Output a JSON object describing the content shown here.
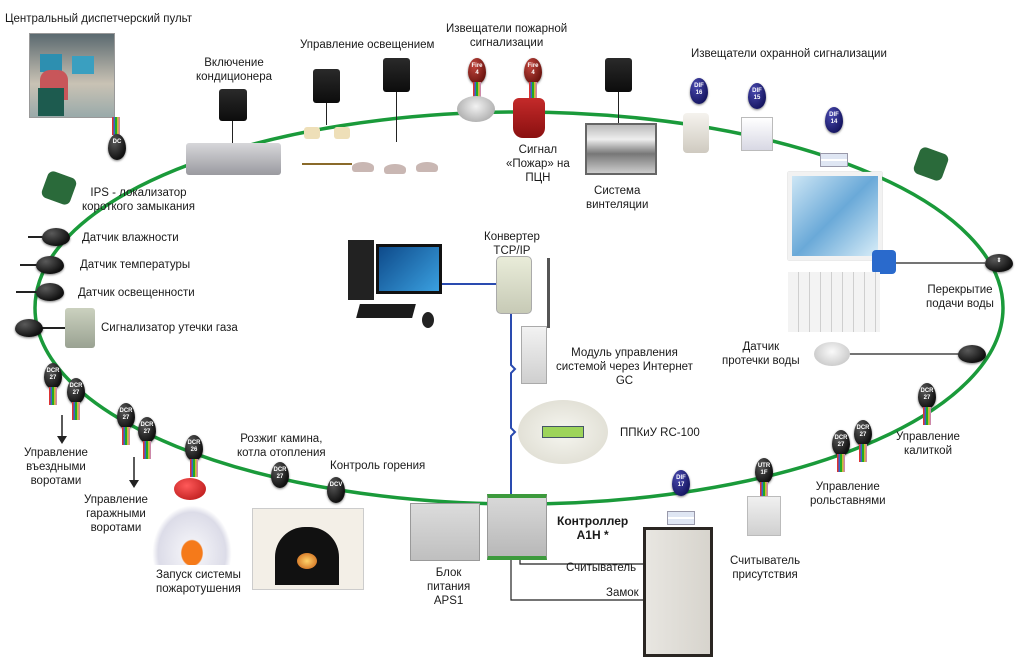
{
  "colors": {
    "bus": "#1a9a3a",
    "network": "#2a4bb0",
    "wire": "#222222"
  },
  "labels": {
    "dispatch": "Центральный диспетчерский пульт",
    "ac": "Включение\nкондиционера",
    "lighting": "Управление освещением",
    "fire_detectors": "Извещатели пожарной\nсигнализации",
    "fire_signal": "Сигнал\n«Пожар» на\nПЦН",
    "ventilation": "Система\nвинтеляции",
    "security_detectors": "Извещатели охранной сигнализации",
    "ips": "IPS - локализатор\nкороткого замыкания",
    "humidity": "Датчик влажности",
    "temperature": "Датчик температуры",
    "illumination": "Датчик освещенности",
    "gas": "Сигнализатор утечки газа",
    "converter": "Конвертер\nTCP/IP",
    "gc_module": "Модуль управления\nсистемой через Интернет\nGC",
    "rc100": "ППКиУ RC-100",
    "water_shutoff": "Перекрытие\nподачи воды",
    "leak_sensor": "Датчик\nпротечки воды",
    "entry_gates": "Управление\nвъездными\nворотами",
    "garage_gates": "Управление\nгаражными\nворотами",
    "fire_suppression": "Запуск системы\nпожаротушения",
    "fireplace": "Розжиг камина,\nкотла отопления",
    "combustion": "Контроль горения",
    "power_supply": "Блок\nпитания\nAPS1",
    "controller": "Контроллер\nA1H *",
    "reader": "Считыватель",
    "lock": "Замок",
    "presence_reader": "Считыватель\nприсутствия",
    "shutters": "Управление\nрольставнями",
    "wicket": "Управление\nкалиткой"
  },
  "node_tags": {
    "dispatch": "DC",
    "fire": "Fire\n4",
    "dif16": "DIF\n16",
    "dif15": "DIF\n15",
    "dif14": "DIF\n14",
    "dif17": "DIF\n17",
    "dcr27": "DCR\n27",
    "dcr26": "DCR\n26",
    "dcv": "DCV",
    "utr": "UTR\n1F"
  }
}
